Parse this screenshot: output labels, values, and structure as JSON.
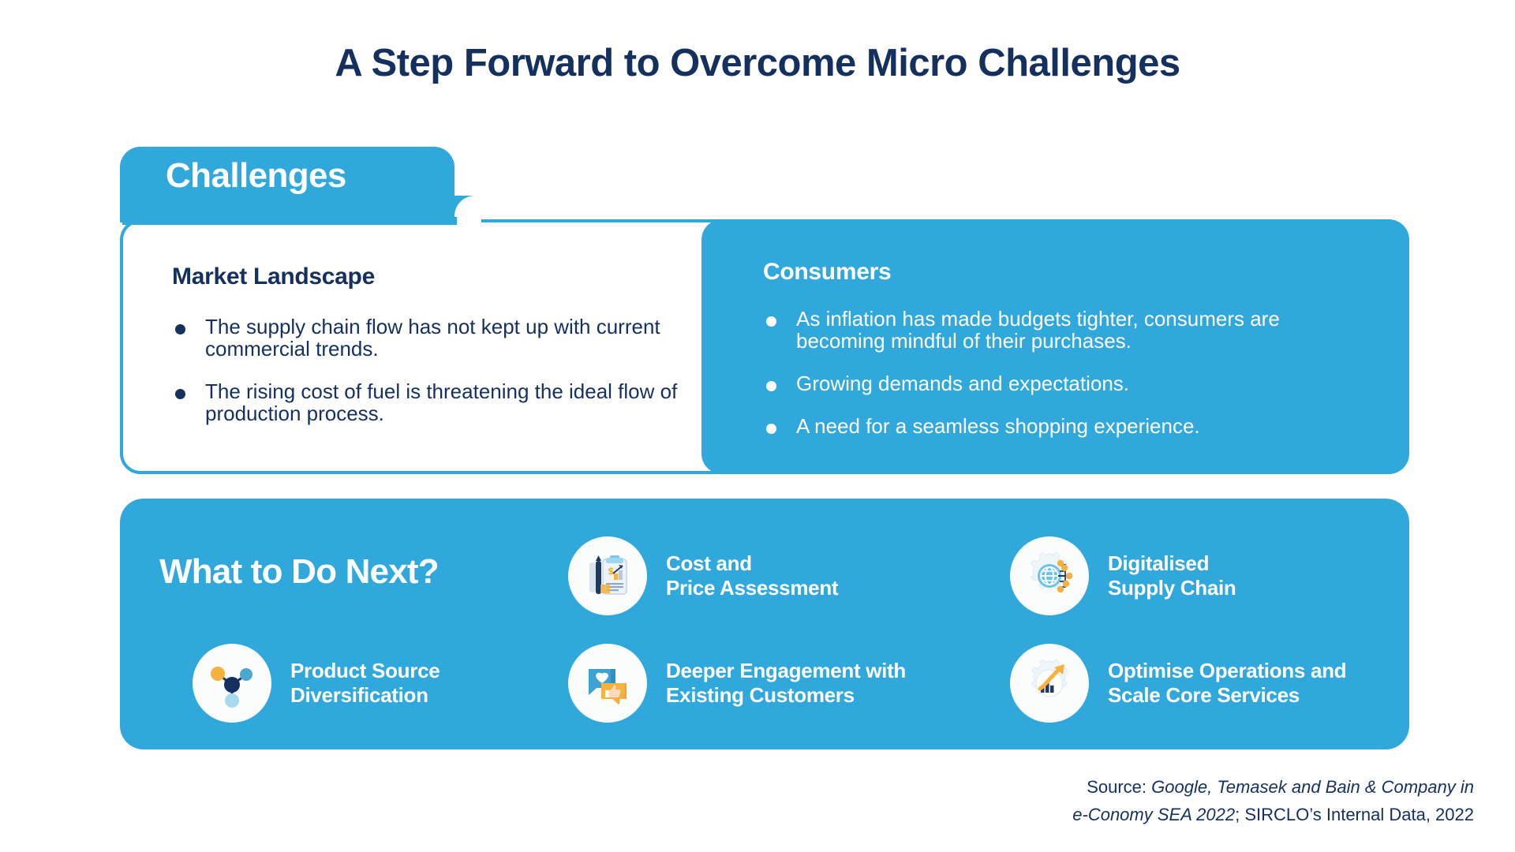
{
  "title": "A Step Forward to Overcome Micro Challenges",
  "colors": {
    "brand_blue": "#30a8dc",
    "navy": "#15305f",
    "white": "#ffffff",
    "amber": "#f6b13f"
  },
  "challenges": {
    "tab_label": "Challenges",
    "left_panel": {
      "heading": "Market Landscape",
      "bullets": [
        "The supply chain flow has not kept up with current commercial trends.",
        "The rising cost of fuel is threatening the ideal flow of production process."
      ]
    },
    "right_panel": {
      "heading": "Consumers",
      "bullets": [
        "As inflation has made budgets tighter, consumers are becoming mindful of their purchases.",
        "Growing demands and expectations.",
        "A need for a seamless shopping experience."
      ]
    }
  },
  "what_next": {
    "heading": "What to Do Next?",
    "items": [
      {
        "label": "Cost and\nPrice Assessment",
        "icon": "clipboard-chart-icon"
      },
      {
        "label": "Digitalised\nSupply Chain",
        "icon": "gear-globe-network-icon"
      },
      {
        "label": "Product Source\nDiversification",
        "icon": "node-network-icon"
      },
      {
        "label": "Deeper Engagement with\nExisting Customers",
        "icon": "chat-bubbles-icon"
      },
      {
        "label": "Optimise Operations and\nScale Core Services",
        "icon": "gear-growth-arrow-icon"
      }
    ]
  },
  "source": {
    "prefix": "Source: ",
    "italic_1": "Google, Temasek and Bain & Company in",
    "italic_2": "e-Conomy SEA 2022",
    "suffix": "; SIRCLO’s Internal Data, 2022"
  }
}
